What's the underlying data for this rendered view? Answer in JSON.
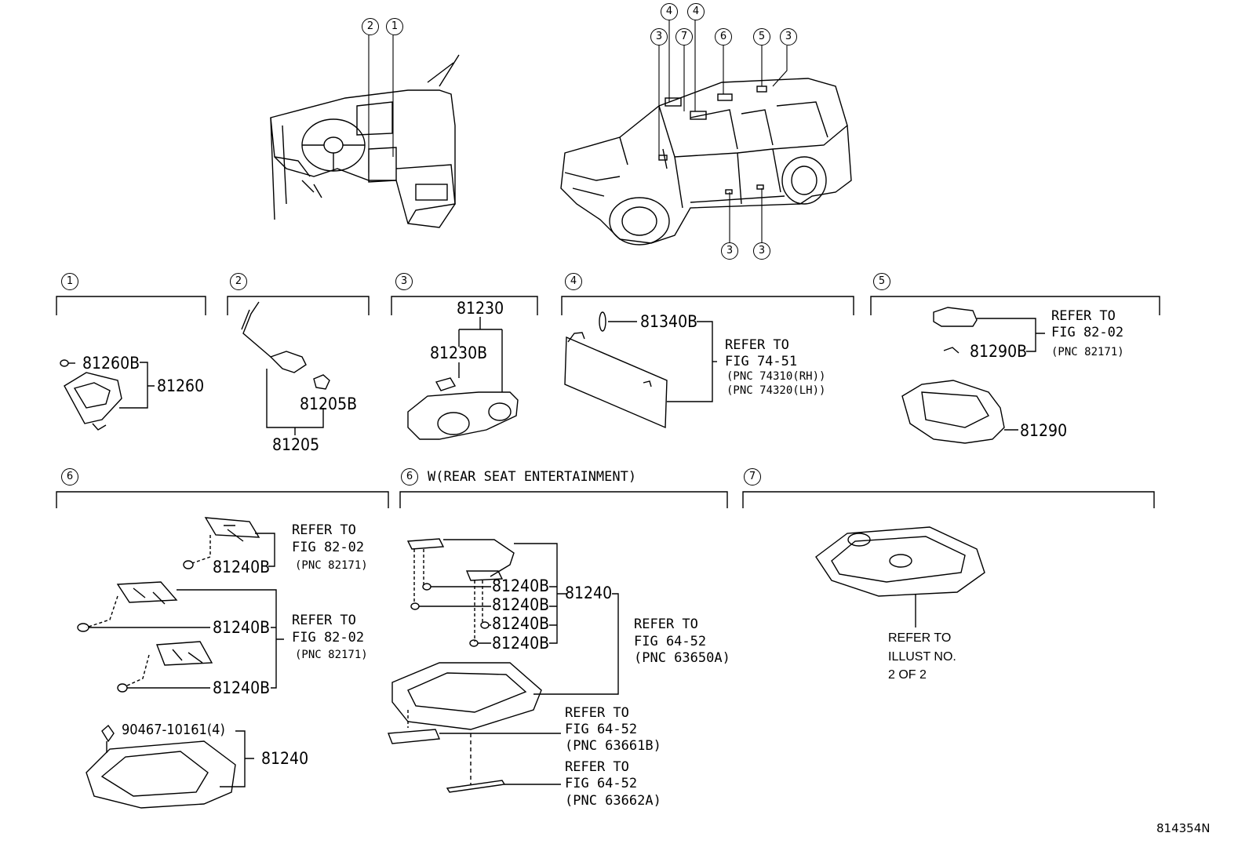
{
  "figure_id": "814354N",
  "callouts": {
    "c1": "1",
    "c2": "2",
    "c3": "3",
    "c4": "4",
    "c5": "5",
    "c6": "6",
    "c7": "7"
  },
  "sections": {
    "s6b_title": "W(REAR SEAT ENTERTAINMENT)"
  },
  "parts": {
    "p81260B": "81260B",
    "p81260": "81260",
    "p81205B": "81205B",
    "p81205": "81205",
    "p81230": "81230",
    "p81230B": "81230B",
    "p81340B": "81340B",
    "p81290B": "81290B",
    "p81290": "81290",
    "p81240B_a": "81240B",
    "p81240B_b": "81240B",
    "p81240B_c": "81240B",
    "p90467": "90467-10161(4)",
    "p81240_a": "81240",
    "p81240B_d": "81240B",
    "p81240B_e": "81240B",
    "p81240B_f": "81240B",
    "p81240B_g": "81240B",
    "p81240_b": "81240"
  },
  "refs": {
    "r4": {
      "l1": "REFER TO",
      "l2": "FIG 74-51",
      "l3": "(PNC 74310(RH))",
      "l4": "(PNC 74320(LH))"
    },
    "r5": {
      "l1": "REFER TO",
      "l2": "FIG 82-02",
      "l3": "(PNC 82171)"
    },
    "r6a": {
      "l1": "REFER TO",
      "l2": "FIG 82-02",
      "l3": "(PNC 82171)"
    },
    "r6b": {
      "l1": "REFER TO",
      "l2": "FIG 82-02",
      "l3": "(PNC 82171)"
    },
    "r6c": {
      "l1": "REFER TO",
      "l2": "FIG 64-52",
      "l3": "(PNC 63650A)"
    },
    "r6d": {
      "l1": "REFER TO",
      "l2": "FIG 64-52",
      "l3": "(PNC 63661B)"
    },
    "r6e": {
      "l1": "REFER TO",
      "l2": "FIG 64-52",
      "l3": "(PNC 63662A)"
    },
    "r7": {
      "l1": "REFER TO",
      "l2": "ILLUST NO.",
      "l3": "2 OF 2"
    }
  }
}
